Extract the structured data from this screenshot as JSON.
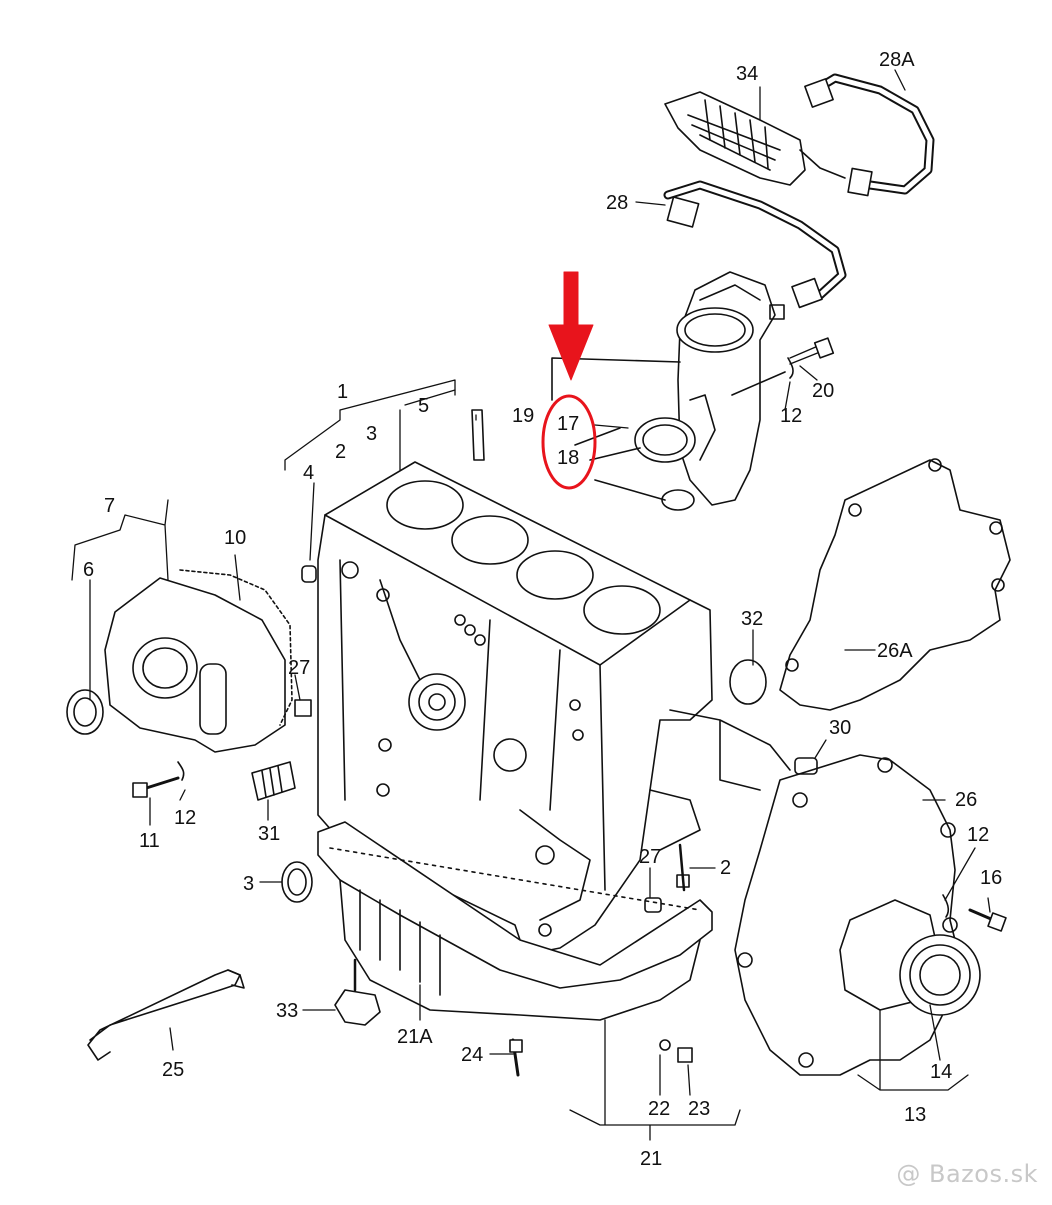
{
  "labels": {
    "p34": "34",
    "p28a": "28A",
    "p28": "28",
    "p20": "20",
    "p12a": "12",
    "p19": "19",
    "p17": "17",
    "p18": "18",
    "p1": "1",
    "p5": "5",
    "p3a": "3",
    "p2a": "2",
    "p4": "4",
    "p7": "7",
    "p6": "6",
    "p10": "10",
    "p26a": "26A",
    "p32": "32",
    "p27a": "27",
    "p30": "30",
    "p12b": "12",
    "p11": "11",
    "p31": "31",
    "p26": "26",
    "p12c": "12",
    "p16": "16",
    "p27b": "27",
    "p2b": "2",
    "p3b": "3",
    "p33": "33",
    "p21a": "21A",
    "p25": "25",
    "p24": "24",
    "p22": "22",
    "p23": "23",
    "p14": "14",
    "p13": "13",
    "p21": "21"
  },
  "highlight": {
    "arrow_color": "#e8141c",
    "ellipse_color": "#e8141c"
  },
  "watermark": "@ Bazos.sk",
  "colors": {
    "line": "#111111",
    "paper": "#ffffff"
  }
}
